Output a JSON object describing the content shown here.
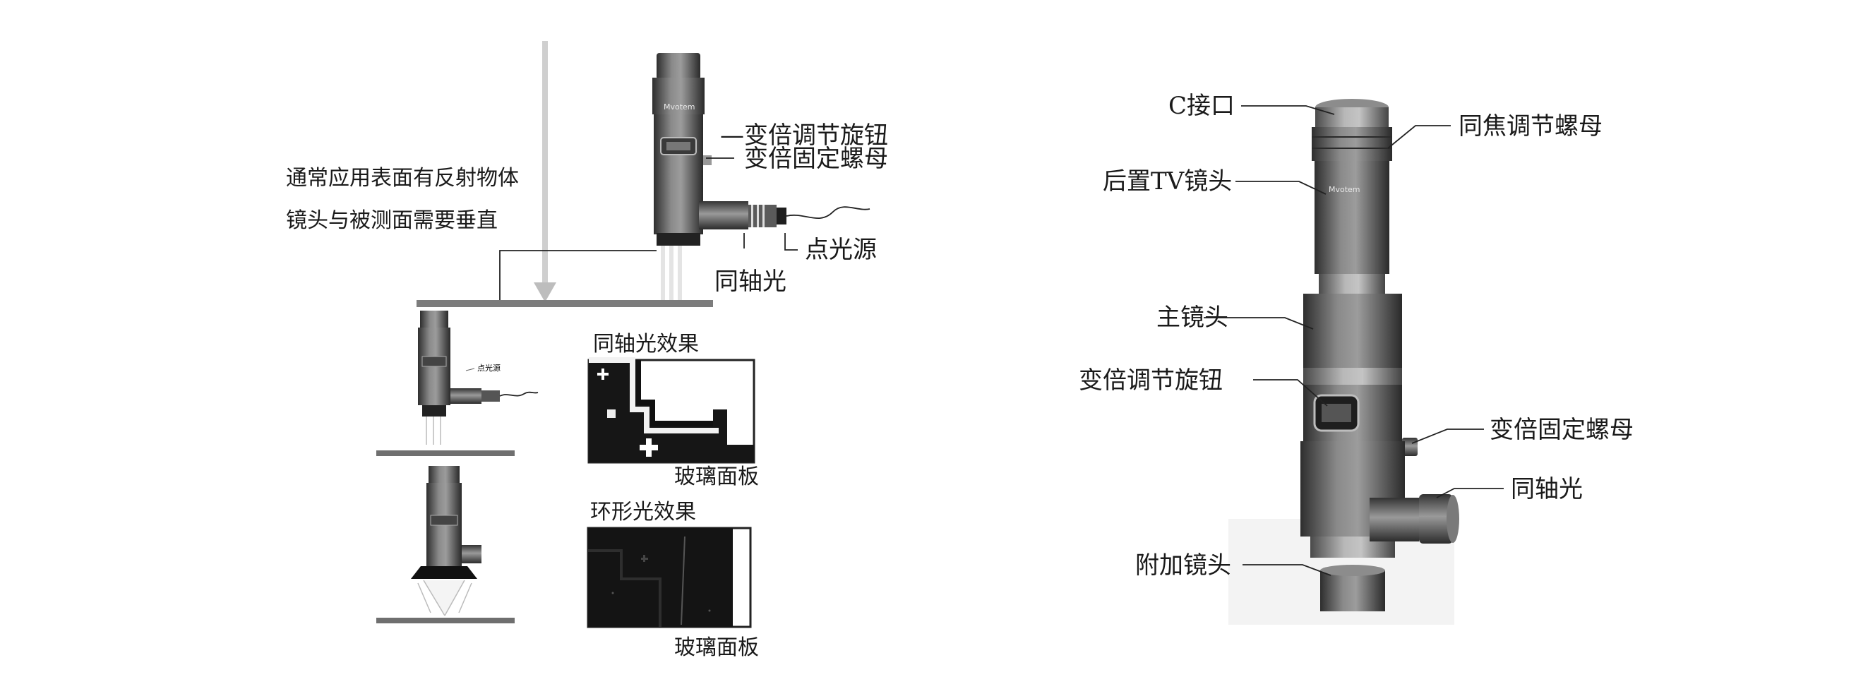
{
  "left_diagram": {
    "note_line1": "通常应用表面有反射物体",
    "note_line2": "镜头与被测面需要垂直",
    "zoom_knob_label": "—变倍调节旋钮",
    "zoom_lock_label": "变倍固定螺母",
    "point_light_label": "点光源",
    "coaxial_label": "同轴光",
    "small_point_light": "点光源",
    "brand": "Mvotem",
    "coaxial_effect_title": "同轴光效果",
    "coaxial_panel_caption": "玻璃面板",
    "ring_effect_title": "环形光效果",
    "ring_panel_caption": "玻璃面板"
  },
  "right_diagram": {
    "c_mount": "C接口",
    "parfocal_nut": "同焦调节螺母",
    "rear_tv_lens": "后置TV镜头",
    "main_lens": "主镜头",
    "zoom_knob": "变倍调节旋钮",
    "zoom_lock_nut": "变倍固定螺母",
    "coaxial_light": "同轴光",
    "aux_lens": "附加镜头",
    "brand": "Mvotem"
  },
  "colors": {
    "lens_dark": "#3f3f3f",
    "lens_mid": "#6e6e6e",
    "lens_light": "#b5b5b5",
    "arrow_gray": "#c8c8c8"
  }
}
